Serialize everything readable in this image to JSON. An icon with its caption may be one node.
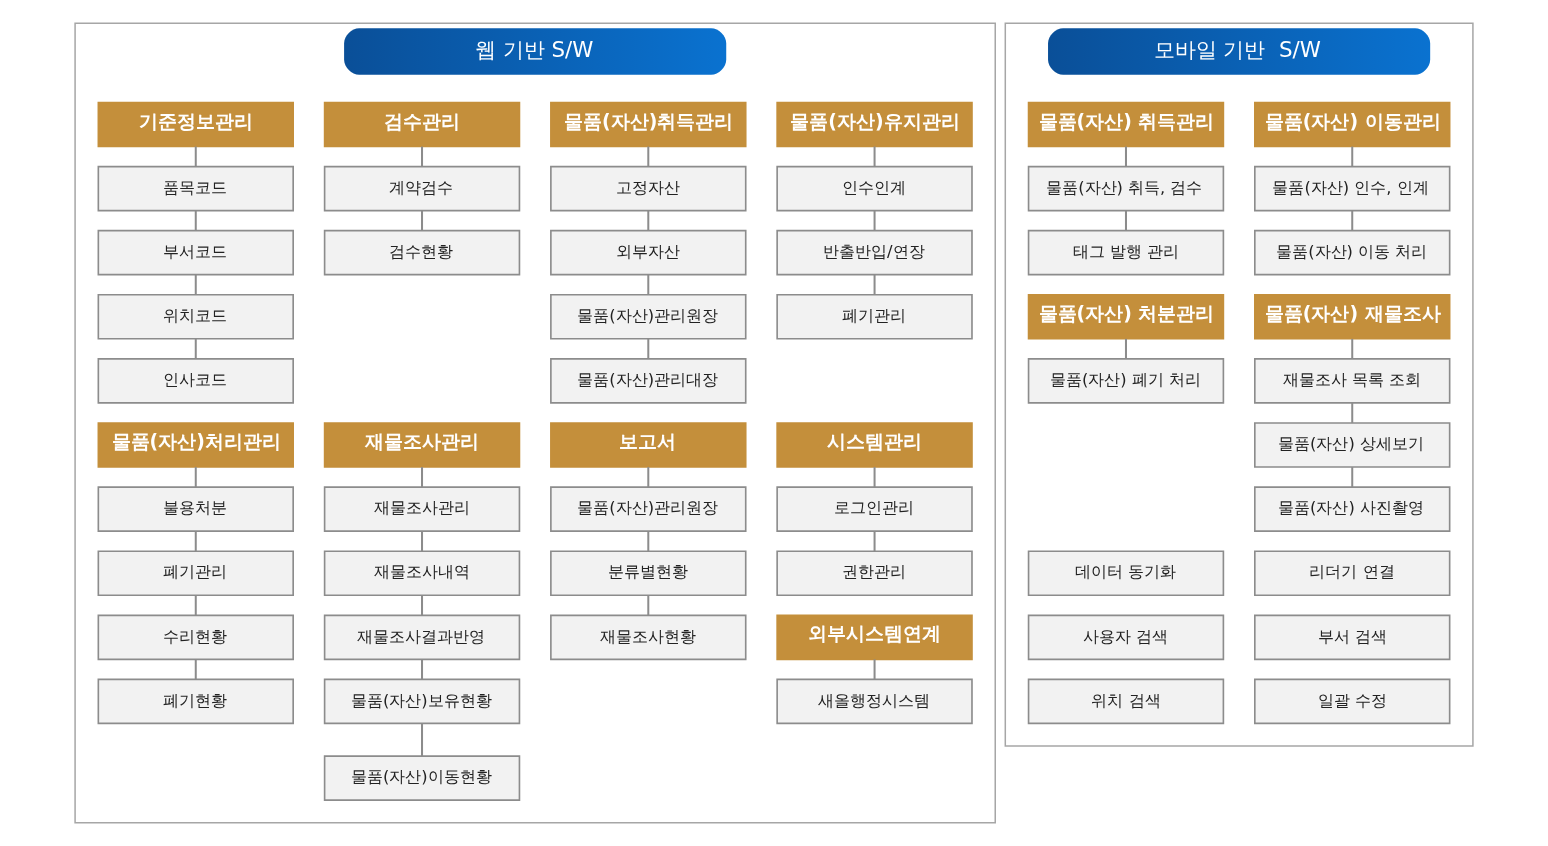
{
  "diagram": {
    "nodes": [
      {
        "text": [
          "웹 기반 S/W"
        ]
      },
      {
        "text": [
          "기준정보관리"
        ],
        "in": 0
      },
      {
        "text": [
          "품목코드"
        ],
        "in": 0
      },
      {
        "text": [
          "부서코드"
        ],
        "in": 0
      },
      {
        "text": [
          "위치코드"
        ],
        "in": 0
      },
      {
        "text": [
          "인사코드"
        ],
        "in": 0
      },
      {
        "text": [
          "검수관리"
        ],
        "in": 0
      },
      {
        "text": [
          "계약검수"
        ],
        "in": 0
      },
      {
        "text": [
          "검수현황"
        ],
        "in": 0
      },
      {
        "text": [
          "물품(자산)취득관리"
        ],
        "in": 0
      },
      {
        "text": [
          "고정자산"
        ],
        "in": 0
      },
      {
        "text": [
          "외부자산"
        ],
        "in": 0
      },
      {
        "text": [
          "물품(자산)관리원장"
        ],
        "in": 0
      },
      {
        "text": [
          "물품(자산)관리대장"
        ],
        "in": 0
      },
      {
        "text": [
          "물품(자산)유지관리"
        ],
        "in": 0
      },
      {
        "text": [
          "인수인계"
        ],
        "in": 0
      },
      {
        "text": [
          "반출반입/연장"
        ],
        "in": 0
      },
      {
        "text": [
          "폐기관리"
        ],
        "in": 0
      },
      {
        "text": [
          "물품(자산)처리관리"
        ],
        "in": 0
      },
      {
        "text": [
          "불용처분"
        ],
        "in": 0
      },
      {
        "text": [
          "폐기관리"
        ],
        "in": 0
      },
      {
        "text": [
          "수리현황"
        ],
        "in": 0
      },
      {
        "text": [
          "폐기현황"
        ],
        "in": 0
      },
      {
        "text": [
          "재물조사관리"
        ],
        "in": 0
      },
      {
        "text": [
          "재물조사관리"
        ],
        "in": 0
      },
      {
        "text": [
          "재물조사내역"
        ],
        "in": 0
      },
      {
        "text": [
          "재물조사결과반영"
        ],
        "in": 0
      },
      {
        "text": [
          "물품(자산)보유현황"
        ],
        "in": 0
      },
      {
        "text": [
          "물품(자산)이동현황"
        ],
        "in": 0
      },
      {
        "text": [
          "보고서"
        ],
        "in": 0
      },
      {
        "text": [
          "물품(자산)관리원장"
        ],
        "in": 0
      },
      {
        "text": [
          "분류별현황"
        ],
        "in": 0
      },
      {
        "text": [
          "재물조사현황"
        ],
        "in": 0
      },
      {
        "text": [
          "시스템관리"
        ],
        "in": 0
      },
      {
        "text": [
          "로그인관리"
        ],
        "in": 0
      },
      {
        "text": [
          "권한관리"
        ],
        "in": 0
      },
      {
        "text": [
          "외부시스템연계"
        ],
        "in": 0
      },
      {
        "text": [
          "새올행정시스템"
        ],
        "in": 0
      },
      {
        "text": [
          "모바일 기반  S/W"
        ]
      },
      {
        "text": [
          "물품(자산) 취득관리"
        ],
        "in": 38
      },
      {
        "text": [
          "물품(자산) 취득, 검수"
        ],
        "in": 38
      },
      {
        "text": [
          "태그 발행 관리"
        ],
        "in": 38
      },
      {
        "text": [
          "물품(자산) 이동관리"
        ],
        "in": 38
      },
      {
        "text": [
          "물품(자산) 인수, 인계"
        ],
        "in": 38
      },
      {
        "text": [
          "물품(자산) 이동 처리"
        ],
        "in": 38
      },
      {
        "text": [
          "물품(자산) 처분관리"
        ],
        "in": 38
      },
      {
        "text": [
          "물품(자산) 폐기 처리"
        ],
        "in": 38
      },
      {
        "text": [
          "물품(자산) 재물조사"
        ],
        "in": 38
      },
      {
        "text": [
          "재물조사 목록 조회"
        ],
        "in": 38
      },
      {
        "text": [
          "물품(자산) 상세보기"
        ],
        "in": 38
      },
      {
        "text": [
          "물품(자산) 사진촬영"
        ],
        "in": 38
      },
      {
        "text": [
          "데이터 동기화"
        ],
        "in": 38
      },
      {
        "text": [
          "리더기 연결"
        ],
        "in": 38
      },
      {
        "text": [
          "사용자 검색"
        ],
        "in": 38
      },
      {
        "text": [
          "부서 검색"
        ],
        "in": 38
      },
      {
        "text": [
          "위치 검색"
        ],
        "in": 38
      },
      {
        "text": [
          "일괄 수정"
        ],
        "in": 38
      }
    ],
    "edges": [
      {
        "from": 1,
        "to": 2,
        "arrow": "none"
      },
      {
        "from": 2,
        "to": 3,
        "arrow": "none"
      },
      {
        "from": 3,
        "to": 4,
        "arrow": "none"
      },
      {
        "from": 4,
        "to": 5,
        "arrow": "none"
      },
      {
        "from": 6,
        "to": 7,
        "arrow": "none"
      },
      {
        "from": 7,
        "to": 8,
        "arrow": "none"
      },
      {
        "from": 9,
        "to": 10,
        "arrow": "none"
      },
      {
        "from": 10,
        "to": 11,
        "arrow": "none"
      },
      {
        "from": 11,
        "to": 12,
        "arrow": "none"
      },
      {
        "from": 12,
        "to": 13,
        "arrow": "none"
      },
      {
        "from": 14,
        "to": 15,
        "arrow": "none"
      },
      {
        "from": 15,
        "to": 16,
        "arrow": "none"
      },
      {
        "from": 16,
        "to": 17,
        "arrow": "none"
      },
      {
        "from": 18,
        "to": 19,
        "arrow": "none"
      },
      {
        "from": 19,
        "to": 20,
        "arrow": "none"
      },
      {
        "from": 20,
        "to": 21,
        "arrow": "none"
      },
      {
        "from": 21,
        "to": 22,
        "arrow": "none"
      },
      {
        "from": 23,
        "to": 24,
        "arrow": "none"
      },
      {
        "from": 24,
        "to": 25,
        "arrow": "none"
      },
      {
        "from": 25,
        "to": 26,
        "arrow": "none"
      },
      {
        "from": 26,
        "to": 27,
        "arrow": "none"
      },
      {
        "from": 27,
        "to": 28,
        "arrow": "none"
      },
      {
        "from": 29,
        "to": 30,
        "arrow": "none"
      },
      {
        "from": 30,
        "to": 31,
        "arrow": "none"
      },
      {
        "from": 31,
        "to": 32,
        "arrow": "none"
      },
      {
        "from": 33,
        "to": 34,
        "arrow": "none"
      },
      {
        "from": 34,
        "to": 35,
        "arrow": "none"
      },
      {
        "from": 36,
        "to": 37,
        "arrow": "none"
      },
      {
        "from": 39,
        "to": 40,
        "arrow": "none"
      },
      {
        "from": 40,
        "to": 41,
        "arrow": "none"
      },
      {
        "from": 42,
        "to": 43,
        "arrow": "none"
      },
      {
        "from": 43,
        "to": 44,
        "arrow": "none"
      },
      {
        "from": 45,
        "to": 46,
        "arrow": "none"
      },
      {
        "from": 47,
        "to": 48,
        "arrow": "none"
      },
      {
        "from": 48,
        "to": 49,
        "arrow": "none"
      },
      {
        "from": 49,
        "to": 50,
        "arrow": "none"
      }
    ]
  }
}
